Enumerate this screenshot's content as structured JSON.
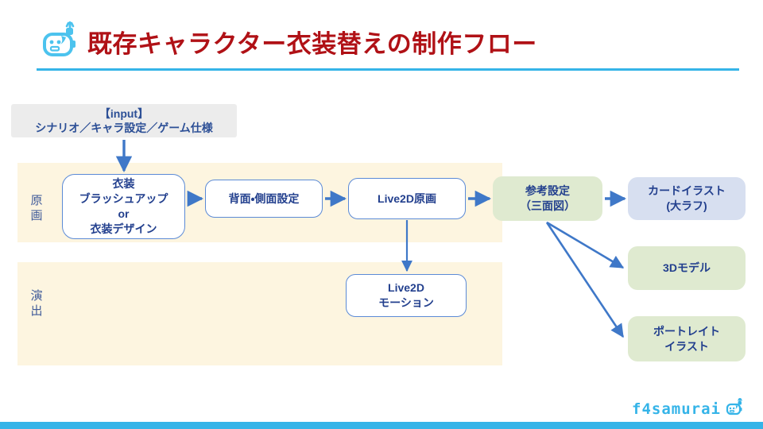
{
  "header": {
    "title": "既存キャラクター衣装替えの制作フロー",
    "mascot_icon": "robot-mascot-icon",
    "rule_color": "#35b4e8",
    "title_color": "#b01116"
  },
  "input_chip": {
    "line1": "【input】",
    "line2": "シナリオ／キャラ設定／ゲーム仕様",
    "background": "#ececec"
  },
  "bands": [
    {
      "id": "genga",
      "label": "原画",
      "background": "#fdf5e0"
    },
    {
      "id": "enshutsu",
      "label": "演出",
      "background": "#fdf5e0"
    }
  ],
  "nodes": {
    "costume": {
      "line1": "衣装",
      "line2": "ブラッシュアップ",
      "line3": "or",
      "line4": "衣装デザイン",
      "style": "white"
    },
    "backside": {
      "line1": "背面・側面設定",
      "style": "white"
    },
    "live2d_key": {
      "line1": "Live2D原画",
      "style": "white"
    },
    "live2d_motion": {
      "line1": "Live2D",
      "line2": "モーション",
      "style": "white"
    },
    "reference": {
      "line1": "参考設定",
      "line2": "（三面図）",
      "style": "green"
    },
    "card": {
      "line1": "カードイラスト",
      "line2": "(大ラフ)",
      "style": "bluegray"
    },
    "model3d": {
      "line1": "3Dモデル",
      "style": "green"
    },
    "portrait": {
      "line1": "ポートレイト",
      "line2": "イラスト",
      "style": "green"
    }
  },
  "colors": {
    "arrow": "#3f78c8",
    "node_text": "#23408e",
    "node_white_border": "#5b8ad6",
    "node_green_bg": "#dfead0",
    "node_bluegray_bg": "#d7dff0",
    "band_bg": "#fdf5e0",
    "brand_cyan": "#35b4e8",
    "title_red": "#b01116"
  },
  "footer": {
    "logo_text": "f4samurai",
    "logo_icon": "robot-mascot-icon",
    "bar_color": "#35b4e8"
  }
}
